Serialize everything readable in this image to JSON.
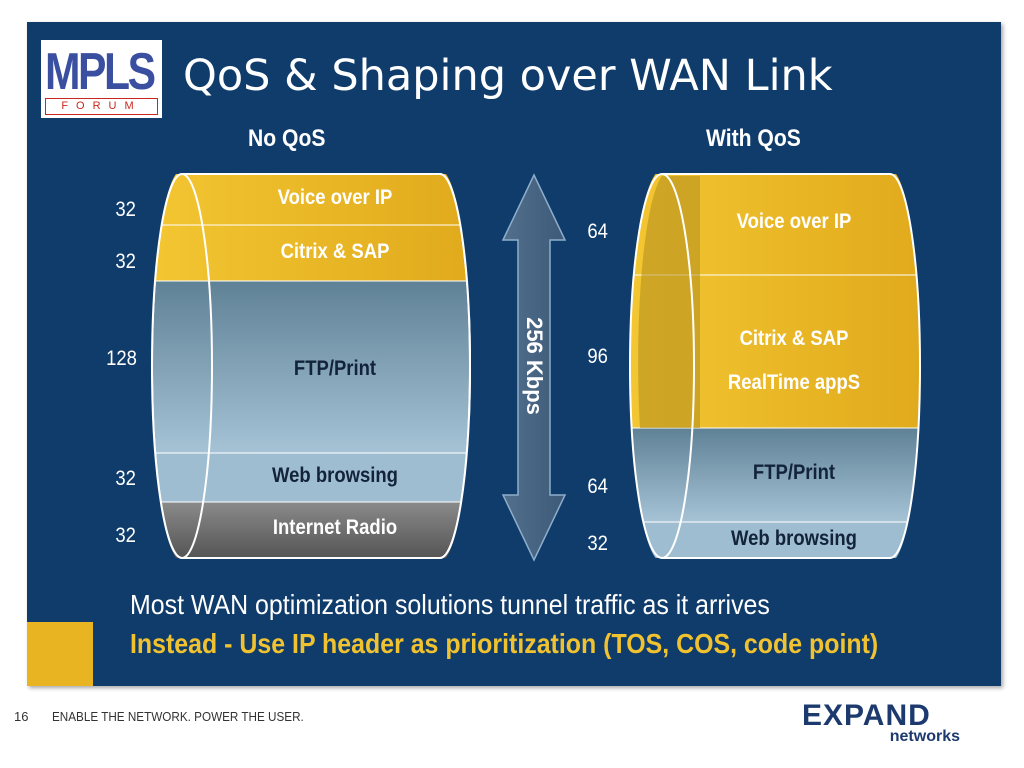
{
  "slide": {
    "title": "QoS & Shaping over WAN Link",
    "logo": {
      "main": "MPLS",
      "sub": "FORUM"
    },
    "colors": {
      "background": "#0f3c6b",
      "gold": "#e8b422",
      "dark_gold": "#a8861c",
      "steel": "#8fb0c8",
      "gray": "#707070",
      "emphasis": "#f0c230"
    }
  },
  "no_qos": {
    "heading": "No QoS",
    "segments": [
      {
        "label": "Voice over IP",
        "value": "32"
      },
      {
        "label": "Citrix & SAP",
        "value": "32"
      },
      {
        "label": "FTP/Print",
        "value": "128"
      },
      {
        "label": "Web browsing",
        "value": "32"
      },
      {
        "label": "Internet Radio",
        "value": "32"
      }
    ]
  },
  "with_qos": {
    "heading": "With QoS",
    "segments": [
      {
        "label": "Voice over IP",
        "value": "64"
      },
      {
        "label": "Citrix & SAP",
        "label2": "RealTime appS",
        "value": "96"
      },
      {
        "label": "FTP/Print",
        "value": "64"
      },
      {
        "label": "Web browsing",
        "value": "32"
      }
    ]
  },
  "link": {
    "label": "256 Kbps"
  },
  "body": {
    "line1": "Most WAN optimization solutions tunnel traffic as it arrives",
    "line2": "Instead - Use IP header as prioritization (TOS, COS, code point)"
  },
  "footer": {
    "page_number": "16",
    "tagline": "ENABLE THE NETWORK. POWER THE USER.",
    "brand": "EXPAND",
    "brand_sub": "networks"
  }
}
